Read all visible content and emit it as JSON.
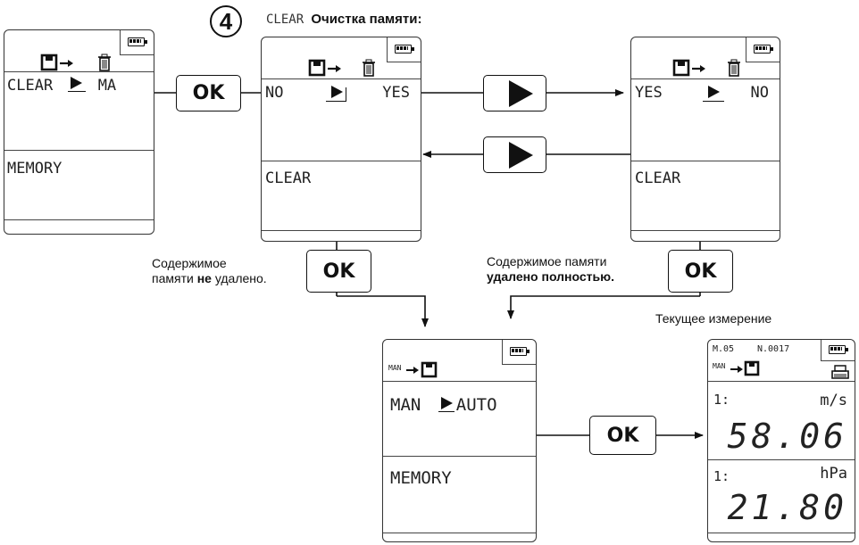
{
  "step": {
    "number": "4",
    "code": "CLEAR",
    "title": "Очистка памяти:"
  },
  "screens": {
    "initial": {
      "top": "CLEAR",
      "top_right": "MA",
      "bottom": "MEMORY"
    },
    "clear_no": {
      "left": "NO",
      "right": "YES",
      "bottom": "CLEAR"
    },
    "clear_yes": {
      "left": "YES",
      "right": "NO",
      "bottom": "CLEAR"
    },
    "man_auto": {
      "header_small": "MAN",
      "left": "MAN",
      "right": "AUTO",
      "bottom": "MEMORY"
    },
    "measurement": {
      "mem_label": "M.05",
      "num_label": "N.0017",
      "header_small": "MAN",
      "channel1": "1:",
      "unit1": "m/s",
      "value1": "58.06",
      "channel2": "1:",
      "unit2": "hPa",
      "value2": "21.80"
    }
  },
  "buttons": {
    "ok_label": "OK"
  },
  "captions": {
    "not_deleted_line1": "Содержимое",
    "not_deleted_line2_pre": "памяти ",
    "not_deleted_line2_bold": "не",
    "not_deleted_line2_post": " удалено.",
    "deleted_line1": "Содержимое памяти",
    "deleted_line2": "удалено полностью.",
    "current_measurement": "Текущее измерение"
  },
  "icons": {
    "save": "floppy-disk-icon",
    "arrow": "right-arrow-icon",
    "trash": "trash-icon",
    "battery": "battery-icon",
    "printer": "printer-icon",
    "play": "play-triangle-icon"
  }
}
